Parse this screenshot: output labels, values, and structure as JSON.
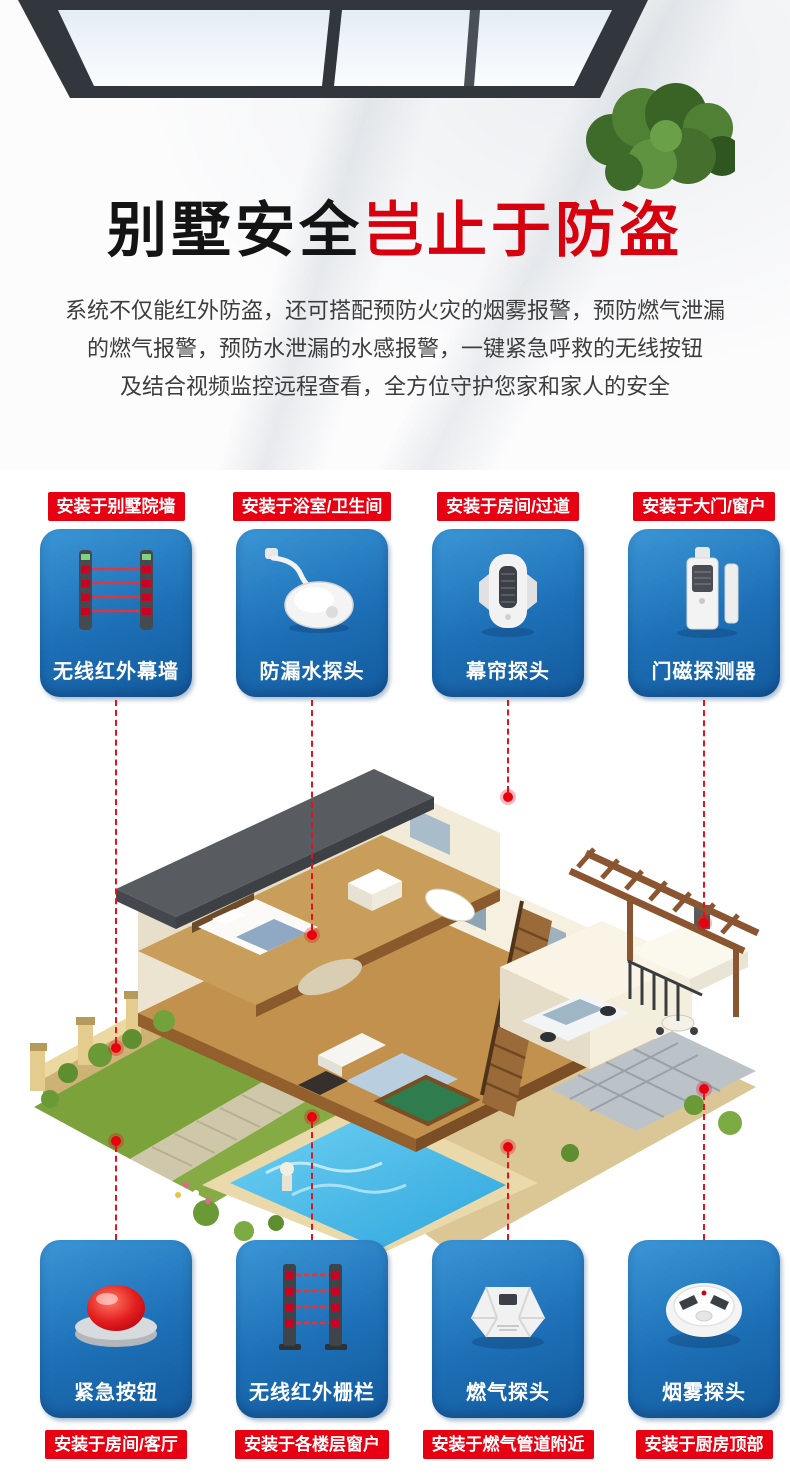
{
  "hero": {
    "title_black": "别墅安全",
    "title_red": "岂止于防盗",
    "lines": [
      "系统不仅能红外防盗，还可搭配预防火灾的烟雾报警，预防燃气泄漏",
      "的燃气报警，预防水泄漏的水感报警，一键紧急呼救的无线按钮",
      "及结合视频监控远程查看，全方位守护您家和家人的安全"
    ]
  },
  "top_products": [
    {
      "location": "安装于别墅院墙",
      "name": "无线红外幕墙",
      "icon": "infrared-curtain-wall-icon"
    },
    {
      "location": "安装于浴室/卫生间",
      "name": "防漏水探头",
      "icon": "water-leak-detector-icon"
    },
    {
      "location": "安装于房间/过道",
      "name": "幕帘探头",
      "icon": "curtain-detector-icon"
    },
    {
      "location": "安装于大门/窗户",
      "name": "门磁探测器",
      "icon": "door-magnet-detector-icon"
    }
  ],
  "bottom_products": [
    {
      "name": "紧急按钮",
      "location": "安装于房间/客厅",
      "icon": "emergency-button-icon"
    },
    {
      "name": "无线红外栅栏",
      "location": "安装于各楼层窗户",
      "icon": "infrared-fence-icon"
    },
    {
      "name": "燃气探头",
      "location": "安装于燃气管道附近",
      "icon": "gas-detector-icon"
    },
    {
      "name": "烟雾探头",
      "location": "安装于厨房顶部",
      "icon": "smoke-detector-icon"
    }
  ],
  "colors": {
    "accent_red": "#e60012",
    "title_red": "#d6000f",
    "card_blue_light": "#3b96d6",
    "card_blue_dark": "#135a9d"
  }
}
